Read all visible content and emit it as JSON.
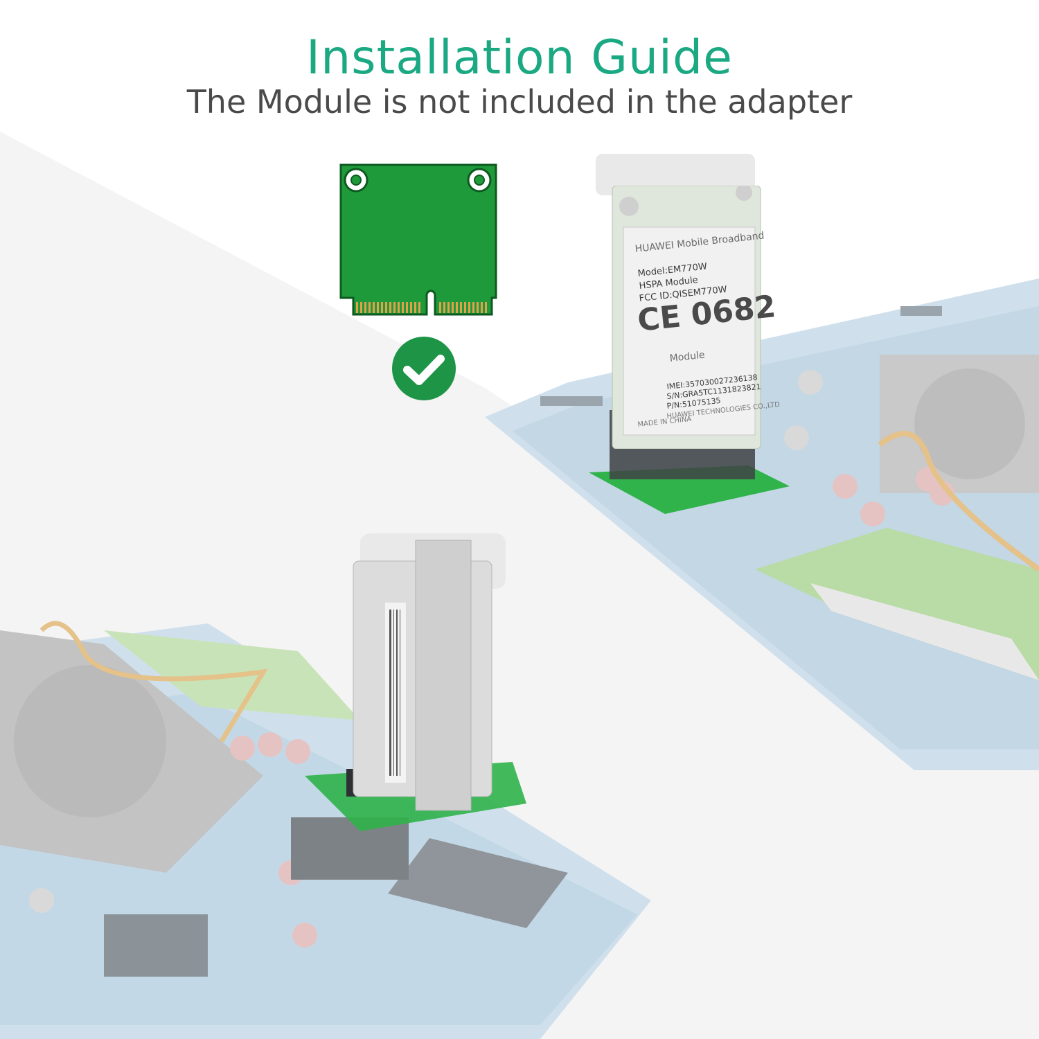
{
  "header": {
    "title": "Installation Guide",
    "subtitle": "The Module is not included in the adapter"
  },
  "colors": {
    "title": "#1aa982",
    "subtitle": "#4a4a4a",
    "card_green": "#1f9a3a",
    "check_green": "#1e9447",
    "board_blue": "#c8dcea"
  },
  "icons": {
    "card": "mini-pcie-card-icon",
    "check": "check-mark-icon"
  },
  "module_label": {
    "brand": "HUAWEI Mobile Broadband",
    "model": "Model:EM770W",
    "type": "HSPA Module",
    "fcc": "FCC ID:QISEM770W",
    "ce": "CE 0682",
    "made": "Module",
    "imei": "IMEI:357030027236138",
    "sn": "S/N:GRA5TC1131823821",
    "pn": "P/N:51075135",
    "company": "HUAWEI TECHNOLOGIES CO.,LTD",
    "origin": "MADE IN CHINA"
  }
}
